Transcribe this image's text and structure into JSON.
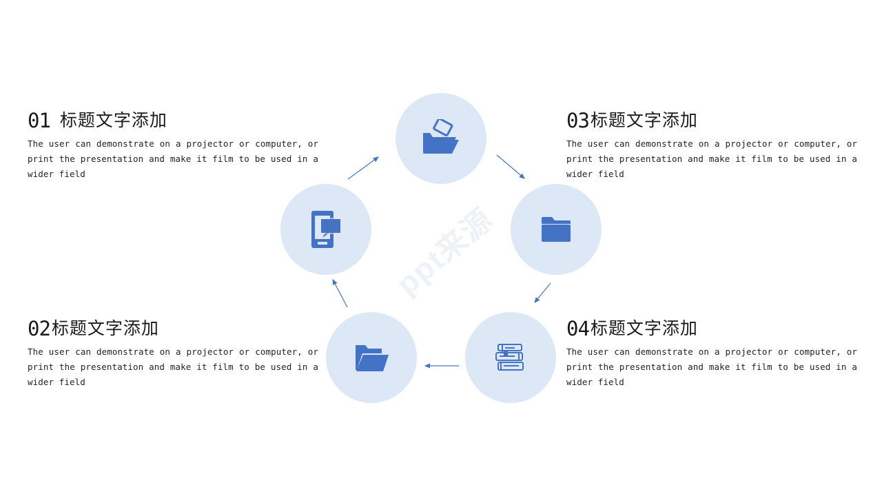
{
  "items": [
    {
      "num": "01",
      "title": "标题文字添加",
      "desc": "The user can demonstrate on a projector or computer, or print the presentation and make it film to be used in a wider field"
    },
    {
      "num": "02",
      "title": "标题文字添加",
      "desc": "The user can demonstrate on a projector or computer, or print the presentation and make it film to be used in a wider field"
    },
    {
      "num": "03",
      "title": "标题文字添加",
      "desc": "The user can demonstrate on a projector or computer, or print the presentation and make it film to be used in a wider field"
    },
    {
      "num": "04",
      "title": "标题文字添加",
      "desc": "The user can demonstrate on a projector or computer, or print the presentation and make it film to be used in a wider field"
    }
  ],
  "cycle_icons": [
    "open-folder-with-card-icon",
    "folder-icon",
    "books-icon",
    "open-folder-icon",
    "phone-chat-icon"
  ],
  "watermark": "ppt来源",
  "colors": {
    "accent": "#4472c4",
    "circle": "#dce8f6",
    "text": "#1a1a1a"
  }
}
